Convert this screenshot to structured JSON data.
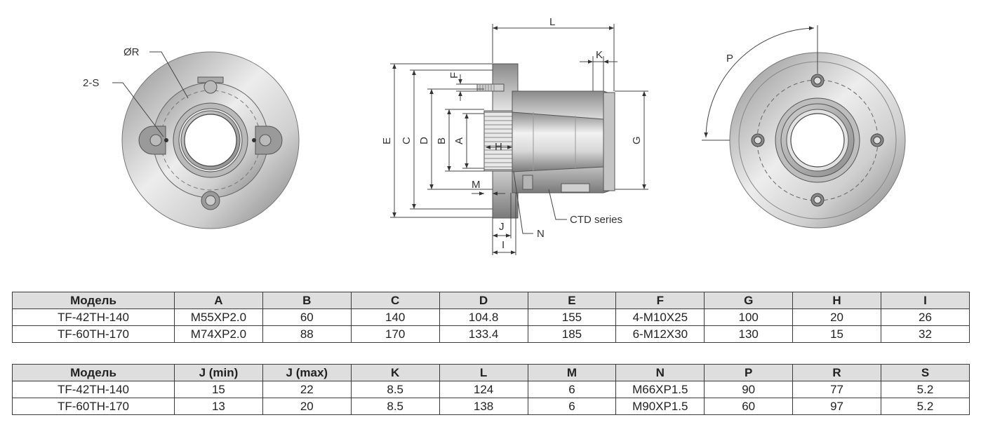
{
  "drawing": {
    "callouts": {
      "left_view": [
        "ØR",
        "2-S"
      ],
      "section_view": [
        "L",
        "K",
        "F",
        "E",
        "C",
        "D",
        "B",
        "A",
        "H",
        "G",
        "M",
        "J",
        "I",
        "N",
        "CTD series"
      ],
      "right_view": [
        "P"
      ]
    }
  },
  "tables": [
    {
      "headers": [
        "Модель",
        "A",
        "B",
        "C",
        "D",
        "E",
        "F",
        "G",
        "H",
        "I"
      ],
      "rows": [
        [
          "TF-42TH-140",
          "M55XP2.0",
          "60",
          "140",
          "104.8",
          "155",
          "4-M10X25",
          "100",
          "20",
          "26"
        ],
        [
          "TF-60TH-170",
          "M74XP2.0",
          "88",
          "170",
          "133.4",
          "185",
          "6-M12X30",
          "130",
          "15",
          "32"
        ]
      ]
    },
    {
      "headers": [
        "Модель",
        "J (min)",
        "J (max)",
        "K",
        "L",
        "M",
        "N",
        "P",
        "R",
        "S"
      ],
      "rows": [
        [
          "TF-42TH-140",
          "15",
          "22",
          "8.5",
          "124",
          "6",
          "M66XP1.5",
          "90",
          "77",
          "5.2"
        ],
        [
          "TF-60TH-170",
          "13",
          "20",
          "8.5",
          "138",
          "6",
          "M90XP1.5",
          "60",
          "97",
          "5.2"
        ]
      ]
    }
  ]
}
